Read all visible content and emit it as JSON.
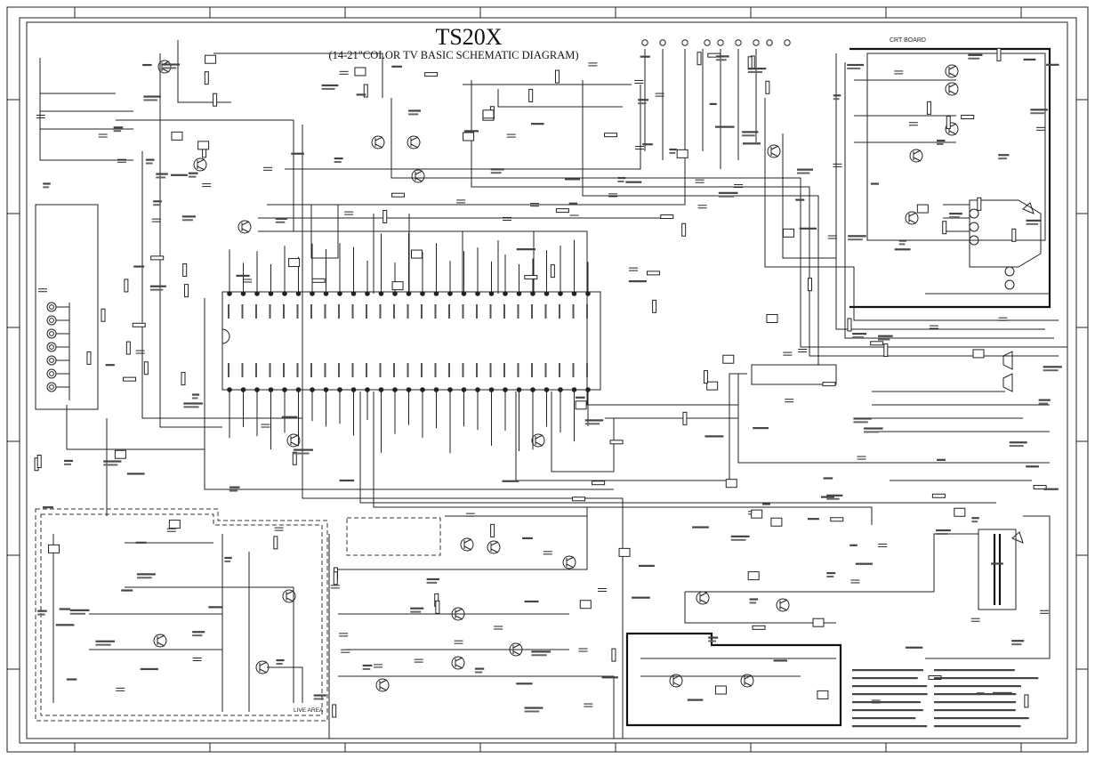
{
  "title": "TS20X",
  "subtitle": "(14-21\"COLOR TV BASIC  SCHEMATIC  DIAGRAM)",
  "labels": {
    "crt_board": "CRT BOARD",
    "live_area": "LIVE AREA"
  },
  "colors": {
    "ink": "#222222",
    "paper": "#ffffff"
  }
}
